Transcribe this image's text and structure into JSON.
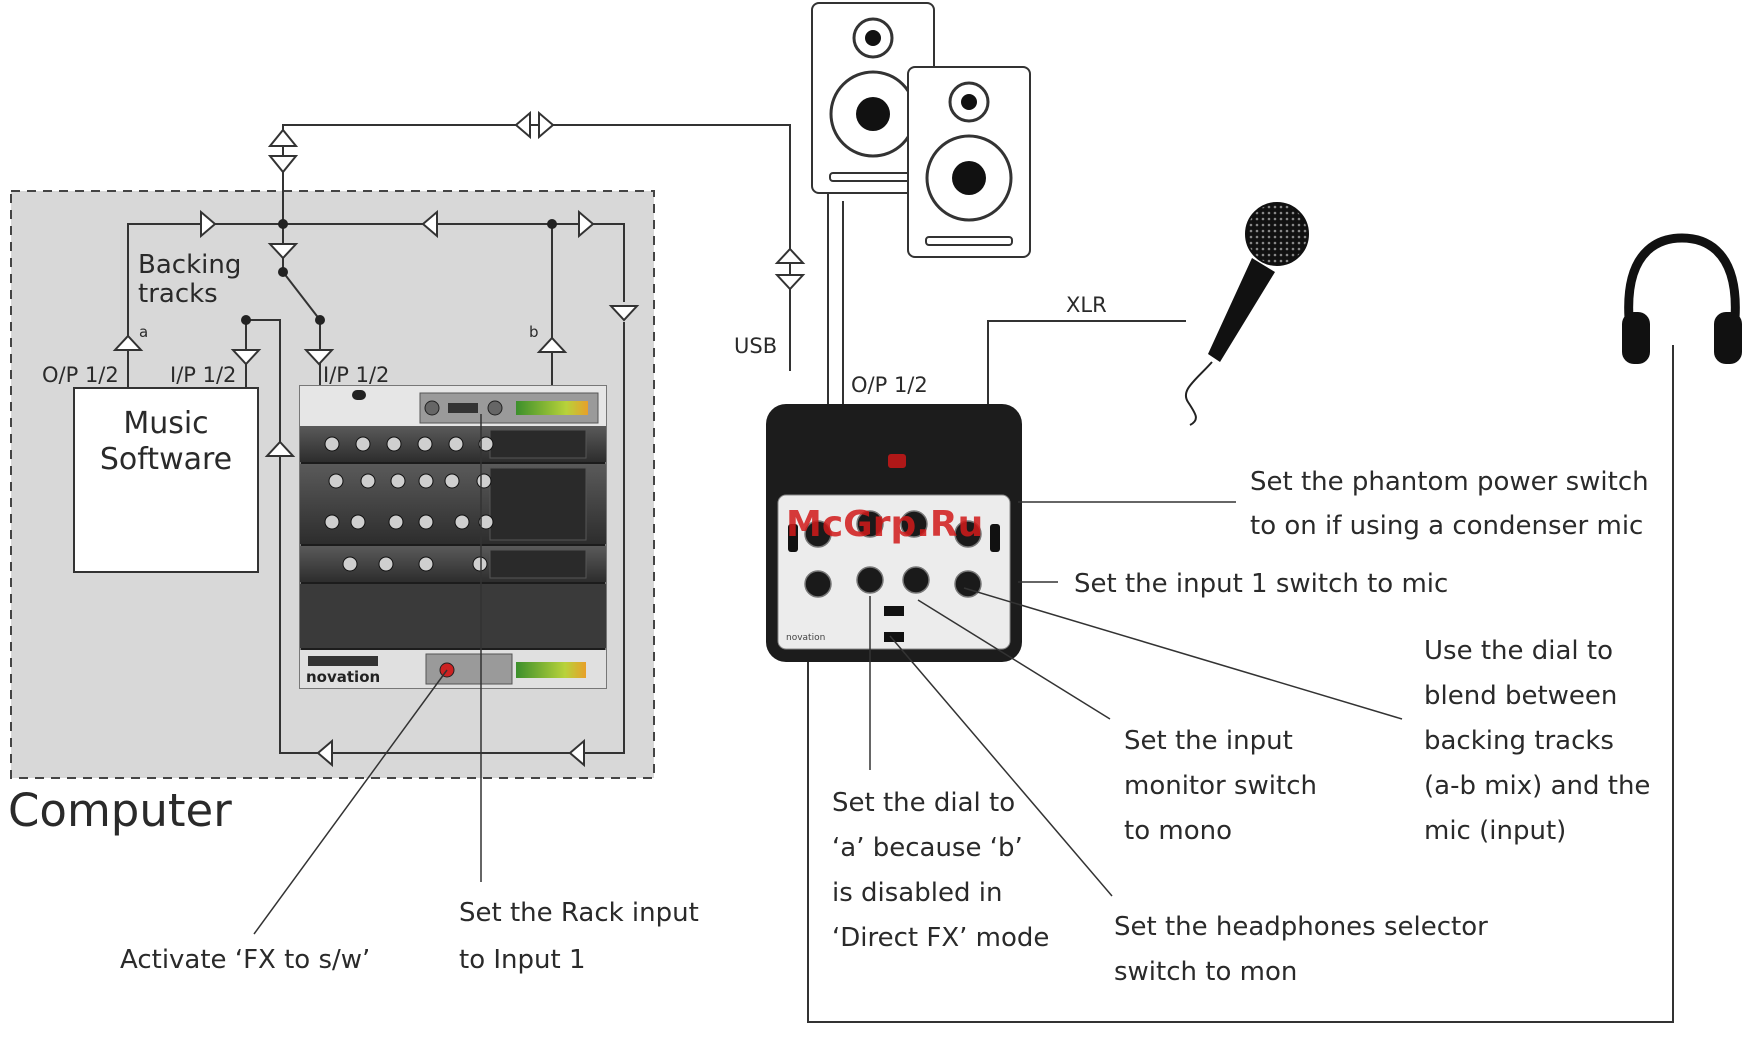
{
  "computer_label": "Computer",
  "software": {
    "label_line1": "Music",
    "label_line2": "Software"
  },
  "backing": {
    "line1": "Backing",
    "line2": "tracks"
  },
  "ports": {
    "op_12_left": "O/P 1/2",
    "ip_12_software": "I/P 1/2",
    "ip_12_rack": "I/P 1/2",
    "op_12_device": "O/P 1/2",
    "a": "a",
    "b": "b"
  },
  "connections": {
    "usb": "USB",
    "xlr": "XLR"
  },
  "watermark": "McGrp.Ru",
  "annotations": {
    "phantom": [
      "Set the phantom power switch",
      "to on if using a condenser mic"
    ],
    "input1": "Set the input 1 switch to mic",
    "blend": [
      "Use the dial to",
      "blend between",
      "backing tracks",
      "(a-b mix) and the",
      "mic (input)"
    ],
    "monitor": [
      "Set the input",
      "monitor switch",
      "to mono"
    ],
    "dial_a": [
      "Set the dial to",
      "‘a’ because ‘b’",
      "is disabled in",
      "‘Direct FX’ mode"
    ],
    "headphones": [
      "Set the headphones selector",
      "switch to mon"
    ],
    "rack_input": [
      "Set the Rack input",
      "to Input 1"
    ],
    "fx_sw": "Activate ‘FX to s/w’"
  },
  "device_brand": "novation",
  "rack_brand": "novation"
}
